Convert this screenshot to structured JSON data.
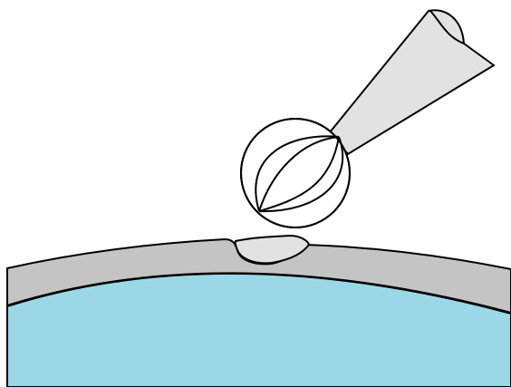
{
  "diagram": {
    "colors": {
      "background": "#ffffff",
      "outline": "#000000",
      "cornea_layer": "#c4c4c4",
      "flap": "#e2e2e2",
      "handle": "#e2e2e2",
      "circle_fill": "#ffffff",
      "stroma": "#9bd8e7"
    },
    "elements": [
      "handle",
      "circular-blade-head",
      "blade-curves",
      "upper-corneal-layer",
      "lifted-flap",
      "stroma-layer"
    ]
  }
}
